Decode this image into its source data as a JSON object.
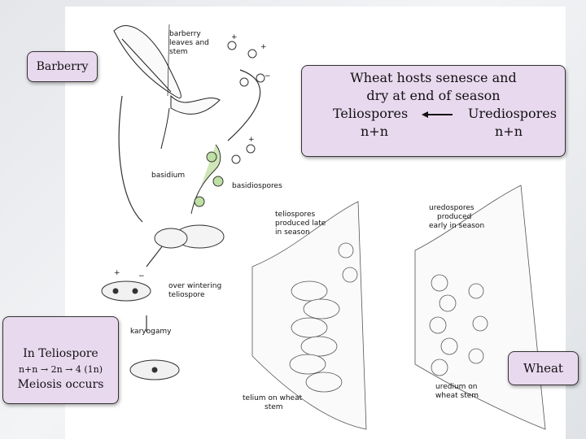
{
  "callouts": {
    "barberry": "Barberry",
    "wheat_hosts": {
      "line1": "Wheat hosts senesce and",
      "line2": "dry at end of season",
      "teliospores": "Teliospores",
      "urediospores": "Urediospores",
      "n1": "n+n",
      "n2": "n+n"
    },
    "in_teliospore": {
      "title": "In Teliospore",
      "formula": "n+n → 2n → 4 (1n)",
      "meiosis": "Meiosis occurs"
    },
    "wheat": "Wheat"
  },
  "diagram_labels": {
    "barberry_leaves": [
      "barberry",
      "leaves and",
      "stem"
    ],
    "basidium": "basidium",
    "basidiospores": "basidiospores",
    "teliospores_late": [
      "teliospores",
      "produced late",
      "in season"
    ],
    "uredospores_early": [
      "uredospores",
      "produced",
      "early in season"
    ],
    "over_wintering": [
      "over wintering",
      "teliospore"
    ],
    "karyogamy": "karyogamy",
    "telium": [
      "telium on wheat",
      "stem"
    ],
    "uredium": [
      "uredium on",
      "wheat stem"
    ],
    "plus": "+",
    "minus": "−"
  }
}
